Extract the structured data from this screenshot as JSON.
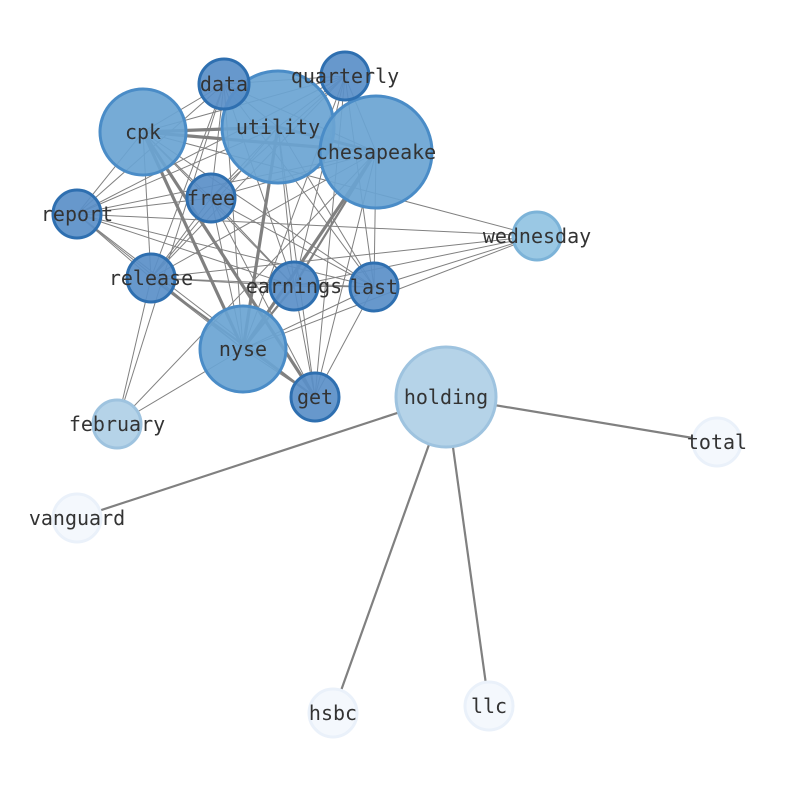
{
  "graph": {
    "colors": {
      "edge": "#808080",
      "label": "#333333",
      "shades": [
        "#f4f8fd",
        "#b5d3e8",
        "#9ac8e4",
        "#6aa4d3",
        "#5a8fc8"
      ],
      "borders": [
        "#eaf1fa",
        "#9ec3df",
        "#7cb3d8",
        "#4a8cc7",
        "#2e6fb0"
      ]
    },
    "nodes": [
      {
        "id": "cpk",
        "label": "cpk",
        "shade": 3
      },
      {
        "id": "utility",
        "label": "utility",
        "shade": 3
      },
      {
        "id": "chesapeake",
        "label": "chesapeake",
        "shade": 3
      },
      {
        "id": "data",
        "label": "data",
        "shade": 4
      },
      {
        "id": "quarterly",
        "label": "quarterly",
        "shade": 4
      },
      {
        "id": "free",
        "label": "free",
        "shade": 4
      },
      {
        "id": "report",
        "label": "report",
        "shade": 4
      },
      {
        "id": "release",
        "label": "release",
        "shade": 4
      },
      {
        "id": "earnings",
        "label": "earnings",
        "shade": 4
      },
      {
        "id": "last",
        "label": "last",
        "shade": 4
      },
      {
        "id": "nyse",
        "label": "nyse",
        "shade": 3
      },
      {
        "id": "get",
        "label": "get",
        "shade": 4
      },
      {
        "id": "wednesday",
        "label": "wednesday",
        "shade": 2
      },
      {
        "id": "february",
        "label": "february",
        "shade": 1
      },
      {
        "id": "holding",
        "label": "holding",
        "shade": 1
      },
      {
        "id": "total",
        "label": "total",
        "shade": 0
      },
      {
        "id": "vanguard",
        "label": "vanguard",
        "shade": 0
      },
      {
        "id": "hsbc",
        "label": "hsbc",
        "shade": 0
      },
      {
        "id": "llc",
        "label": "llc",
        "shade": 0
      }
    ],
    "edges": [
      [
        "cpk",
        "utility",
        3
      ],
      [
        "cpk",
        "chesapeake",
        3
      ],
      [
        "utility",
        "chesapeake",
        3
      ],
      [
        "cpk",
        "nyse",
        3
      ],
      [
        "utility",
        "nyse",
        3
      ],
      [
        "chesapeake",
        "nyse",
        3
      ],
      [
        "cpk",
        "get",
        3
      ],
      [
        "release",
        "get",
        2
      ],
      [
        "earnings",
        "nyse",
        2
      ],
      [
        "chesapeake",
        "earnings",
        2
      ],
      [
        "utility",
        "earnings",
        1
      ],
      [
        "cpk",
        "data",
        1
      ],
      [
        "cpk",
        "quarterly",
        1
      ],
      [
        "cpk",
        "free",
        1
      ],
      [
        "cpk",
        "report",
        1
      ],
      [
        "cpk",
        "release",
        1
      ],
      [
        "cpk",
        "earnings",
        1
      ],
      [
        "cpk",
        "last",
        1
      ],
      [
        "cpk",
        "wednesday",
        1
      ],
      [
        "utility",
        "data",
        1
      ],
      [
        "utility",
        "quarterly",
        1
      ],
      [
        "utility",
        "free",
        1
      ],
      [
        "utility",
        "report",
        1
      ],
      [
        "utility",
        "release",
        1
      ],
      [
        "utility",
        "last",
        1
      ],
      [
        "utility",
        "get",
        1
      ],
      [
        "chesapeake",
        "data",
        1
      ],
      [
        "chesapeake",
        "quarterly",
        1
      ],
      [
        "chesapeake",
        "free",
        1
      ],
      [
        "chesapeake",
        "report",
        1
      ],
      [
        "chesapeake",
        "release",
        1
      ],
      [
        "chesapeake",
        "last",
        1
      ],
      [
        "chesapeake",
        "get",
        1
      ],
      [
        "chesapeake",
        "february",
        1
      ],
      [
        "data",
        "quarterly",
        1
      ],
      [
        "data",
        "free",
        1
      ],
      [
        "data",
        "report",
        1
      ],
      [
        "data",
        "release",
        1
      ],
      [
        "data",
        "earnings",
        1
      ],
      [
        "data",
        "last",
        1
      ],
      [
        "data",
        "nyse",
        1
      ],
      [
        "data",
        "february",
        1
      ],
      [
        "quarterly",
        "free",
        1
      ],
      [
        "quarterly",
        "report",
        1
      ],
      [
        "quarterly",
        "release",
        1
      ],
      [
        "quarterly",
        "earnings",
        1
      ],
      [
        "quarterly",
        "last",
        1
      ],
      [
        "quarterly",
        "nyse",
        1
      ],
      [
        "quarterly",
        "get",
        1
      ],
      [
        "free",
        "report",
        1
      ],
      [
        "free",
        "release",
        1
      ],
      [
        "free",
        "earnings",
        1
      ],
      [
        "free",
        "last",
        1
      ],
      [
        "free",
        "nyse",
        1
      ],
      [
        "free",
        "get",
        1
      ],
      [
        "report",
        "release",
        1
      ],
      [
        "report",
        "earnings",
        1
      ],
      [
        "report",
        "last",
        1
      ],
      [
        "report",
        "nyse",
        1
      ],
      [
        "report",
        "get",
        1
      ],
      [
        "report",
        "wednesday",
        1
      ],
      [
        "release",
        "earnings",
        1
      ],
      [
        "release",
        "last",
        1
      ],
      [
        "release",
        "nyse",
        1
      ],
      [
        "release",
        "wednesday",
        1
      ],
      [
        "release",
        "february",
        1
      ],
      [
        "earnings",
        "last",
        1
      ],
      [
        "earnings",
        "get",
        1
      ],
      [
        "earnings",
        "wednesday",
        1
      ],
      [
        "last",
        "nyse",
        1
      ],
      [
        "last",
        "get",
        1
      ],
      [
        "last",
        "wednesday",
        1
      ],
      [
        "nyse",
        "get",
        1
      ],
      [
        "nyse",
        "wednesday",
        1
      ],
      [
        "nyse",
        "february",
        1
      ],
      [
        "holding",
        "total",
        2
      ],
      [
        "holding",
        "vanguard",
        2
      ],
      [
        "holding",
        "hsbc",
        2
      ],
      [
        "holding",
        "llc",
        2
      ]
    ]
  }
}
